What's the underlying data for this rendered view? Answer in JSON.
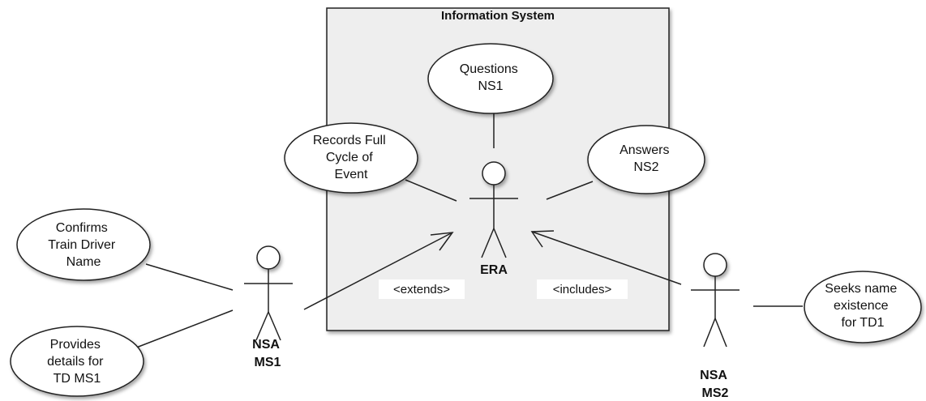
{
  "system": {
    "title": "Information System",
    "fill": "#eeeeee",
    "stroke": "#222222"
  },
  "use_cases": [
    {
      "id": "questions",
      "lines": [
        "Questions",
        "NS1"
      ]
    },
    {
      "id": "records",
      "lines": [
        "Records Full",
        "Cycle of",
        "Event"
      ]
    },
    {
      "id": "answers",
      "lines": [
        "Answers",
        "NS2"
      ]
    },
    {
      "id": "confirms",
      "lines": [
        "Confirms",
        "Train Driver",
        "Name"
      ]
    },
    {
      "id": "provides",
      "lines": [
        "Provides",
        "details for",
        "TD MS1"
      ]
    },
    {
      "id": "seeks",
      "lines": [
        "Seeks name",
        "existence",
        "for TD1"
      ]
    }
  ],
  "actors": [
    {
      "id": "era",
      "lines": [
        "ERA"
      ]
    },
    {
      "id": "nsa-ms1",
      "lines": [
        "NSA",
        "MS1"
      ]
    },
    {
      "id": "nsa-ms2",
      "lines": [
        "NSA",
        "MS2"
      ]
    }
  ],
  "relations": {
    "extends": "<extends>",
    "includes": "<includes>"
  }
}
